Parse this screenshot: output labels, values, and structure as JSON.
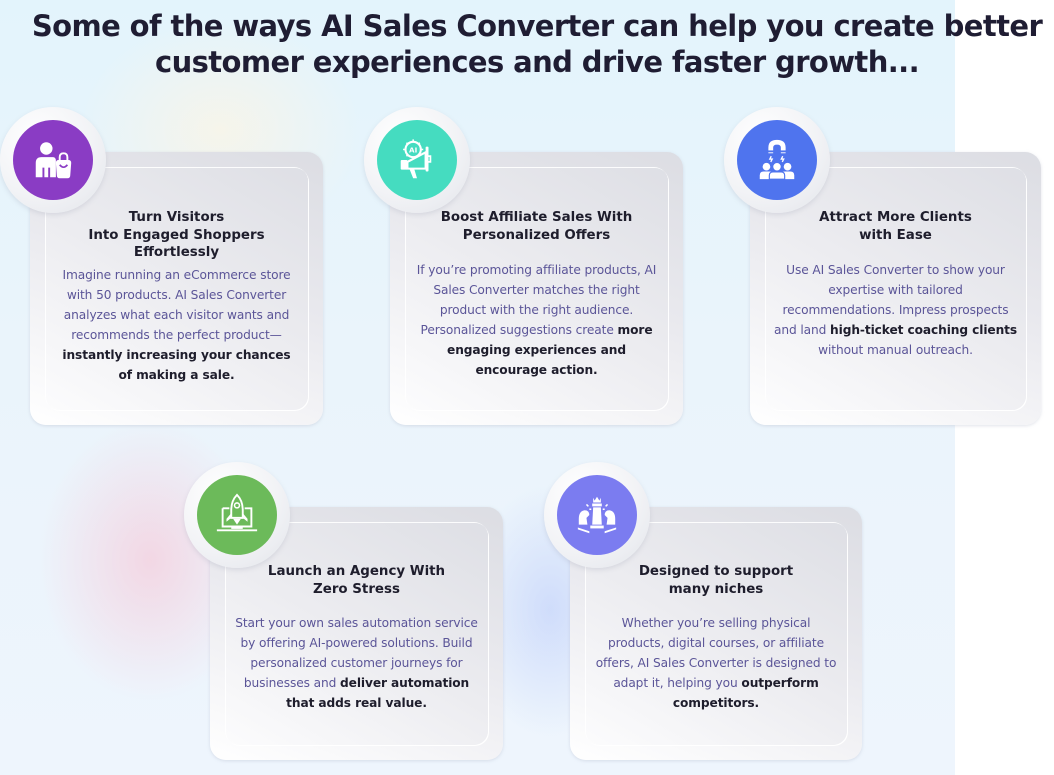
{
  "headline": {
    "line1": "Some of the ways AI Sales Converter can help you create better",
    "line2": "customer experiences and drive faster growth..."
  },
  "colors": {
    "headline": "#1f1d33",
    "body_text": "#5b5598",
    "bold_text": "#1e1d2c",
    "icon_purple": "#8a3cc4",
    "icon_teal": "#45dcc0",
    "icon_blue": "#4f74ee",
    "icon_green": "#6cba5a",
    "icon_violet": "#7b7cf0"
  },
  "cards": [
    {
      "icon": "shopper-bag-icon",
      "title_lines": [
        "Turn Visitors",
        "Into Engaged Shoppers",
        "Effortlessly"
      ],
      "body_plain": "Imagine running an eCommerce store with 50 products. AI Sales Converter analyzes what each visitor wants and recommends the perfect product—",
      "body_bold": "instantly increasing your chances of making a sale.",
      "body_after": ""
    },
    {
      "icon": "ai-megaphone-icon",
      "icon_text": "AI",
      "title_lines": [
        "Boost Affiliate Sales With",
        "Personalized Offers"
      ],
      "body_plain": "If you’re promoting affiliate products, AI Sales Converter matches the right product with the right audience. Personalized suggestions create ",
      "body_bold": "more engaging experiences and encourage action.",
      "body_after": ""
    },
    {
      "icon": "magnet-clients-icon",
      "title_lines": [
        "Attract More Clients",
        "with Ease"
      ],
      "body_plain": "Use AI Sales Converter to show your expertise with tailored recommendations. Impress prospects and land ",
      "body_bold": "high-ticket coaching clients",
      "body_after": " without manual outreach."
    },
    {
      "icon": "rocket-laptop-icon",
      "title_lines": [
        "Launch an Agency With",
        "Zero Stress"
      ],
      "body_plain": "Start your own sales automation service by offering AI-powered solutions. Build personalized customer journeys for businesses and ",
      "body_bold": "deliver automation that adds real value.",
      "body_after": ""
    },
    {
      "icon": "chess-pieces-icon",
      "title_lines": [
        "Designed to support",
        "many niches"
      ],
      "body_plain": "Whether you’re selling physical products, digital courses, or affiliate offers, AI Sales Converter is designed to adapt it, helping you ",
      "body_bold": "outperform competitors.",
      "body_after": ""
    }
  ]
}
